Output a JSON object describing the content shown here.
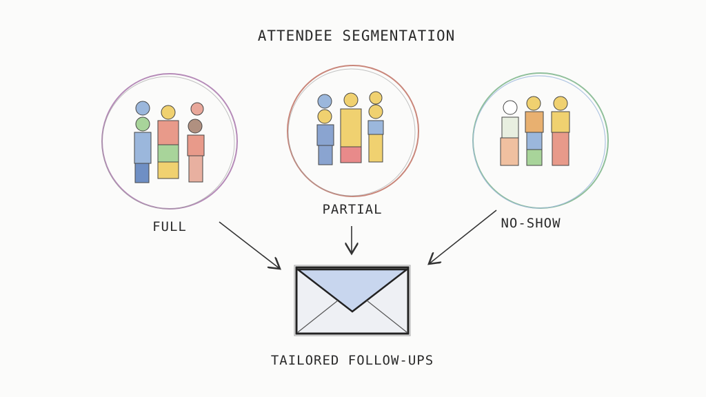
{
  "title": "ATTENDEE SEGMENTATION",
  "segments": [
    {
      "label": "FULL",
      "ring_color": "#b58ab8"
    },
    {
      "label": "PARTIAL",
      "ring_color": "#c9867a"
    },
    {
      "label": "NO-SHOW",
      "ring_color": "#8fbf9a"
    }
  ],
  "target": {
    "label": "TAILORED FOLLOW-UPS",
    "icon": "envelope-icon"
  }
}
